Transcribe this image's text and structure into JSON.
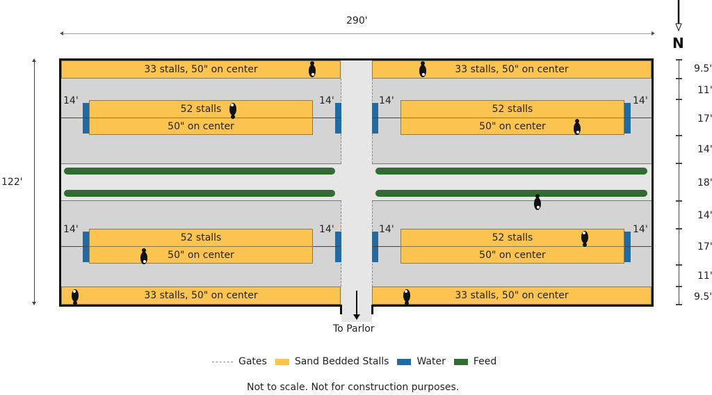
{
  "dimensions": {
    "width_label": "290'",
    "height_label": "122'",
    "right_side": [
      "9.5'",
      "11'",
      "17'",
      "14'",
      "18'",
      "14'",
      "17'",
      "11'",
      "9.5'"
    ],
    "crossover_width": "14'"
  },
  "compass": {
    "label": "N"
  },
  "pens": {
    "outer_stalls": "33 stalls, 50\" on center",
    "inner_stalls_count": "52 stalls",
    "inner_stalls_spacing": "50\" on center"
  },
  "exit": {
    "label": "To Parlor"
  },
  "legend": [
    {
      "label": "Gates",
      "swatch": "dashed",
      "color": "#888888"
    },
    {
      "label": "Sand Bedded Stalls",
      "swatch": "fill",
      "color": "#fbc451"
    },
    {
      "label": "Water",
      "swatch": "fill",
      "color": "#236aa2"
    },
    {
      "label": "Feed",
      "swatch": "fill",
      "color": "#336b34"
    }
  ],
  "footer": {
    "note": "Not to scale. Not for construction purposes."
  }
}
